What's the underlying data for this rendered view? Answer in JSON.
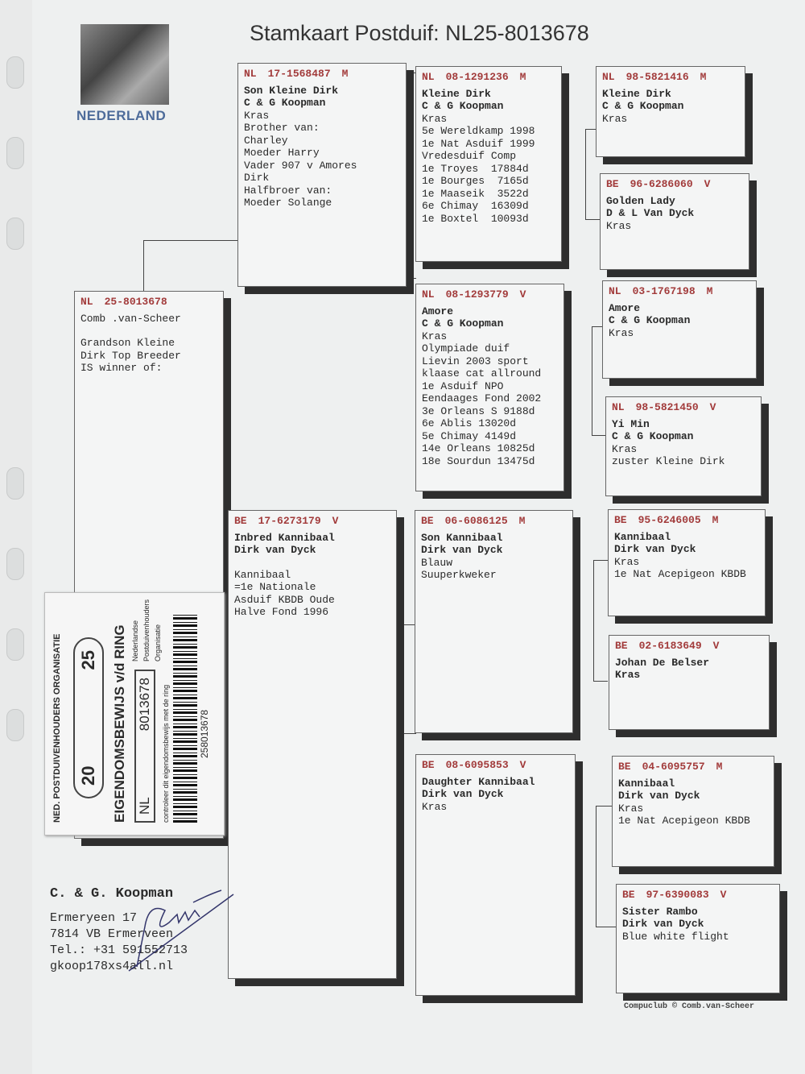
{
  "title": "Stamkaart Postduif: NL25-8013678",
  "logo_text": "NEDERLAND",
  "subject": {
    "country": "NL",
    "ring": "25-8013678",
    "sex": "",
    "lines": [
      "Comb .van-Scheer",
      "",
      "Grandson Kleine",
      "Dirk Top Breeder",
      "IS winner of:"
    ]
  },
  "sire": {
    "country": "NL",
    "ring": "17-1568487",
    "sex": "M",
    "lines": [
      "Son Kleine Dirk",
      "C & G Koopman",
      "Kras",
      "Brother van:",
      "Charley",
      "Moeder Harry",
      "Vader 907 v Amores",
      "Dirk",
      "Halfbroer van:",
      "Moeder Solange"
    ]
  },
  "dam": {
    "country": "BE",
    "ring": "17-6273179",
    "sex": "V",
    "lines": [
      "Inbred Kannibaal",
      "Dirk van Dyck",
      "",
      "Kannibaal",
      "=1e Nationale",
      "Asduif KBDB Oude",
      "Halve Fond 1996"
    ]
  },
  "ss": {
    "country": "NL",
    "ring": "08-1291236",
    "sex": "M",
    "lines": [
      "Kleine Dirk",
      "C & G Koopman",
      "Kras",
      "5e Wereldkamp 1998",
      "1e Nat Asduif 1999",
      "Vredesduif Comp",
      "1e Troyes  17884d",
      "1e Bourges  7165d",
      "1e Maaseik  3522d",
      "6e Chimay  16309d",
      "1e Boxtel  10093d"
    ]
  },
  "sd": {
    "country": "NL",
    "ring": "08-1293779",
    "sex": "V",
    "lines": [
      "Amore",
      "C & G Koopman",
      "Kras",
      "Olympiade duif",
      "Lievin 2003 sport",
      "klaase cat allround",
      "1e Asduif NPO",
      "Eendaages Fond 2002",
      "3e Orleans S 9188d",
      "6e Ablis 13020d",
      "5e Chimay 4149d",
      "14e Orleans 10825d",
      "18e Sourdun 13475d"
    ]
  },
  "ds": {
    "country": "BE",
    "ring": "06-6086125",
    "sex": "M",
    "lines": [
      "Son Kannibaal",
      "Dirk van Dyck",
      "Blauw",
      "Suuperkweker"
    ]
  },
  "dd": {
    "country": "BE",
    "ring": "08-6095853",
    "sex": "V",
    "lines": [
      "Daughter Kannibaal",
      "Dirk van Dyck",
      "Kras"
    ]
  },
  "sss": {
    "country": "NL",
    "ring": "98-5821416",
    "sex": "M",
    "lines": [
      "Kleine Dirk",
      "C & G Koopman",
      "Kras"
    ]
  },
  "ssd": {
    "country": "BE",
    "ring": "96-6286060",
    "sex": "V",
    "lines": [
      "Golden Lady",
      "D & L Van Dyck",
      "Kras"
    ]
  },
  "sds": {
    "country": "NL",
    "ring": "03-1767198",
    "sex": "M",
    "lines": [
      "Amore",
      "C & G Koopman",
      "Kras"
    ]
  },
  "sdd": {
    "country": "NL",
    "ring": "98-5821450",
    "sex": "V",
    "lines": [
      "Yi Min",
      "C & G Koopman",
      "Kras",
      "zuster Kleine Dirk"
    ]
  },
  "dss": {
    "country": "BE",
    "ring": "95-6246005",
    "sex": "M",
    "lines": [
      "Kannibaal",
      "Dirk van Dyck",
      "Kras",
      "1e Nat Acepigeon KBDB"
    ]
  },
  "dsd": {
    "country": "BE",
    "ring": "02-6183649",
    "sex": "V",
    "lines": [
      "Johan De Belser",
      "Kras"
    ]
  },
  "dds": {
    "country": "BE",
    "ring": "04-6095757",
    "sex": "M",
    "lines": [
      "Kannibaal",
      "Dirk van Dyck",
      "Kras",
      "1e Nat Acepigeon KBDB"
    ]
  },
  "ddd": {
    "country": "BE",
    "ring": "97-6390083",
    "sex": "V",
    "lines": [
      "Sister Rambo",
      "Dirk van Dyck",
      "Blue white flight"
    ]
  },
  "ticket": {
    "org": "NED. POSTDUIVENHOUDERS ORGANISATIE",
    "year_left": "20",
    "year_right": "25",
    "title": "EIGENDOMSBEWIJS v/d RING",
    "country": "NL",
    "ring": "8013678",
    "npo": [
      "Nederlandse",
      "Postduivenhouders",
      "Organisatie"
    ],
    "control": "controleer dit eigendomsbewijs met de ring",
    "barcode": "258013678"
  },
  "owner": {
    "name": "C. & G. Koopman",
    "lines": [
      "Ermeryeen 17",
      "7814 VB Ermerveen",
      "Tel.: +31 591552713",
      "gkoop178xs4all.nl"
    ]
  },
  "footer": "Compuclub ©  Comb.van-Scheer"
}
